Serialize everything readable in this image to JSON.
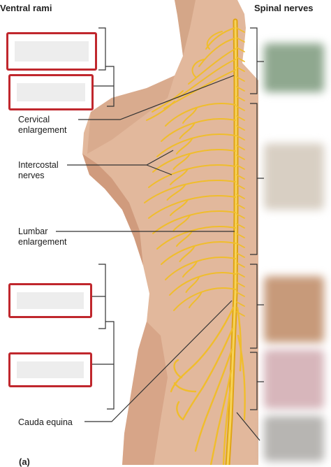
{
  "headings": {
    "left": "Ventral rami",
    "right": "Spinal nerves"
  },
  "labels": {
    "cervical_enlargement": [
      "Cervical",
      "enlargement"
    ],
    "intercostal_nerves": [
      "Intercostal",
      "nerves"
    ],
    "lumbar_enlargement": [
      "Lumbar",
      "enlargement"
    ],
    "cauda_equina": "Cauda equina",
    "panel": "(a)"
  },
  "colors": {
    "skin": "#e2b89c",
    "skin_shadow": "#c98f70",
    "nerve": "#f3c233",
    "nerve_dark": "#d99b12",
    "answer_border": "#c0272d",
    "bracket": "#333333"
  },
  "answer_boxes": 4,
  "swatches": [
    "#8fa88f",
    "#d8cfc3",
    "#c79a7a",
    "#d7b6bb",
    "#b7b5b2"
  ]
}
